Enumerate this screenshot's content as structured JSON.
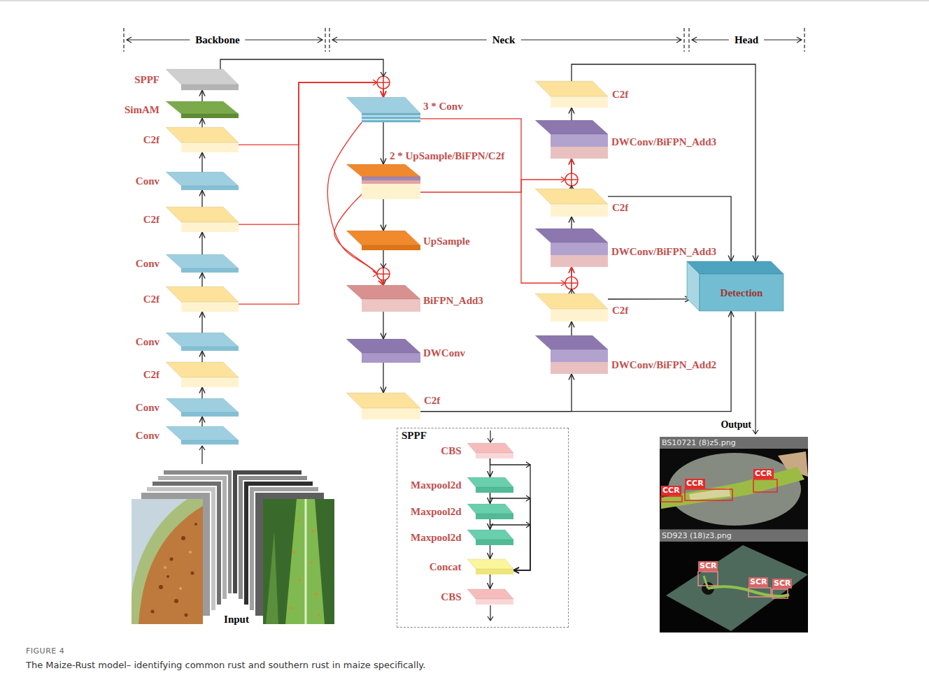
{
  "diagram": {
    "caption": "The Maize-Rust model– identifying common rust and southern rust in maize specifically.",
    "nodes": [
      {
        "text": [
          "SPPF"
        ]
      },
      {
        "text": [
          "SimAM"
        ]
      },
      {
        "text": [
          "C2f"
        ]
      },
      {
        "text": [
          "Conv"
        ]
      },
      {
        "text": [
          "C2f"
        ]
      },
      {
        "text": [
          "Conv"
        ]
      },
      {
        "text": [
          "C2f"
        ]
      },
      {
        "text": [
          "Conv"
        ]
      },
      {
        "text": [
          "C2f"
        ]
      },
      {
        "text": [
          "Conv"
        ]
      },
      {
        "text": [
          "Conv"
        ]
      },
      {
        "text": [
          "3 * Conv"
        ]
      },
      {
        "text": [
          "2 * UpSample/BiFPN/C2f"
        ]
      },
      {
        "text": [
          "UpSample"
        ]
      },
      {
        "text": [
          "BiFPN_Add3"
        ]
      },
      {
        "text": [
          "DWConv"
        ]
      },
      {
        "text": [
          "C2f"
        ]
      },
      {
        "text": [
          "C2f"
        ]
      },
      {
        "text": [
          "DWConv/BiFPN_Add3"
        ]
      },
      {
        "text": [
          "C2f"
        ]
      },
      {
        "text": [
          "DWConv/BiFPN_Add3"
        ]
      },
      {
        "text": [
          "C2f"
        ]
      },
      {
        "text": [
          "DWConv/BiFPN_Add2"
        ]
      },
      {
        "text": [
          "Detection"
        ]
      },
      {
        "text": [
          "SPPF"
        ]
      },
      {
        "text": [
          "CBS"
        ],
        "in": 24
      },
      {
        "text": [
          "Maxpool2d"
        ],
        "in": 24
      },
      {
        "text": [
          "Maxpool2d"
        ],
        "in": 24
      },
      {
        "text": [
          "Maxpool2d"
        ],
        "in": 24
      },
      {
        "text": [
          "Concat"
        ],
        "in": 24
      },
      {
        "text": [
          "CBS"
        ],
        "in": 24
      }
    ],
    "edges": [
      {
        "from": 10,
        "to": 9,
        "arrow": "to"
      },
      {
        "from": 9,
        "to": 8,
        "arrow": "to"
      },
      {
        "from": 8,
        "to": 7,
        "arrow": "to"
      },
      {
        "from": 7,
        "to": 6,
        "arrow": "to"
      },
      {
        "from": 6,
        "to": 5,
        "arrow": "to"
      },
      {
        "from": 5,
        "to": 4,
        "arrow": "to"
      },
      {
        "from": 4,
        "to": 3,
        "arrow": "to"
      },
      {
        "from": 3,
        "to": 2,
        "arrow": "to"
      },
      {
        "from": 2,
        "to": 1,
        "arrow": "to"
      },
      {
        "from": 1,
        "to": 0,
        "arrow": "to"
      },
      {
        "from": 0,
        "to": 11,
        "arrow": "to"
      },
      {
        "from": 2,
        "to": 11,
        "arrow": "to"
      },
      {
        "from": 4,
        "to": 11,
        "arrow": "to"
      },
      {
        "from": 6,
        "to": 11,
        "arrow": "to"
      },
      {
        "from": 11,
        "to": 12,
        "arrow": "to"
      },
      {
        "from": 12,
        "to": 13,
        "arrow": "to"
      },
      {
        "from": 13,
        "to": 14,
        "arrow": "to"
      },
      {
        "from": 11,
        "to": 14,
        "arrow": "to"
      },
      {
        "from": 12,
        "to": 14,
        "arrow": "to"
      },
      {
        "from": 14,
        "to": 15,
        "arrow": "to"
      },
      {
        "from": 15,
        "to": 16,
        "arrow": "to"
      },
      {
        "from": 16,
        "to": 22,
        "arrow": "to"
      },
      {
        "from": 22,
        "to": 21,
        "arrow": "to"
      },
      {
        "from": 21,
        "to": 20,
        "arrow": "to"
      },
      {
        "from": 11,
        "to": 20,
        "arrow": "to"
      },
      {
        "from": 20,
        "to": 19,
        "arrow": "to"
      },
      {
        "from": 19,
        "to": 18,
        "arrow": "to"
      },
      {
        "from": 12,
        "to": 18,
        "arrow": "to"
      },
      {
        "from": 18,
        "to": 17,
        "arrow": "to"
      },
      {
        "from": 16,
        "to": 23,
        "arrow": "to"
      },
      {
        "from": 21,
        "to": 23,
        "arrow": "to"
      },
      {
        "from": 19,
        "to": 23,
        "arrow": "to"
      },
      {
        "from": 17,
        "to": 23,
        "arrow": "to"
      },
      {
        "from": 25,
        "to": 26,
        "arrow": "to"
      },
      {
        "from": 26,
        "to": 27,
        "arrow": "to"
      },
      {
        "from": 27,
        "to": 28,
        "arrow": "to"
      },
      {
        "from": 28,
        "to": 29,
        "arrow": "to"
      },
      {
        "from": 29,
        "to": 30,
        "arrow": "to"
      },
      {
        "from": 25,
        "to": 29,
        "arrow": "to"
      },
      {
        "from": 26,
        "to": 29,
        "arrow": "to"
      },
      {
        "from": 27,
        "to": 29,
        "arrow": "to"
      }
    ],
    "labels": [
      "Backbone",
      "Neck",
      "Head",
      "Input",
      "Output",
      "BS10721 (8)z5.png",
      "CCR",
      "CCR",
      "CCR",
      "SD923 (18)z3.png",
      "SCR",
      "SCR",
      "SCR",
      "FIGURE 4"
    ]
  }
}
